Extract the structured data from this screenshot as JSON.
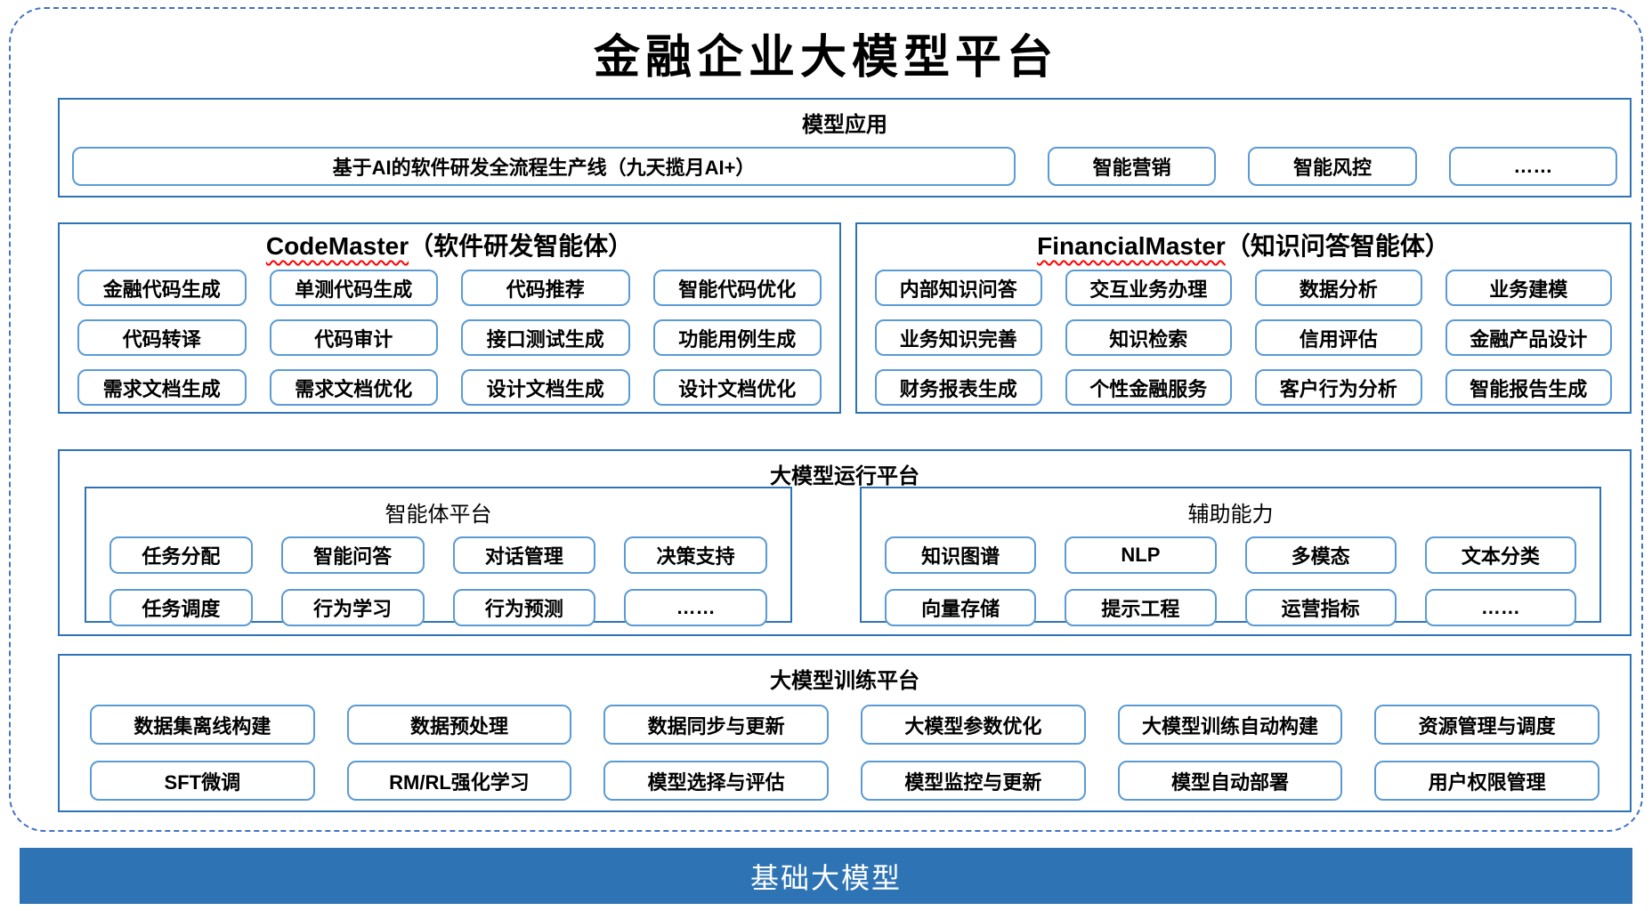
{
  "title": "金融企业大模型平台",
  "colors": {
    "frame_dash": "#4472C4",
    "section_border": "#2E74B5",
    "box_border": "#5B9BD5",
    "base_bar_fill": "#2E74B5",
    "spellcheck_underline": "#FF0000",
    "text": "#000000",
    "base_bar_text": "#FFFFFF"
  },
  "sections": {
    "app": {
      "title": "模型应用",
      "main_item": "基于AI的软件研发全流程生产线（九天揽月AI+）",
      "items": [
        "智能营销",
        "智能风控",
        "……"
      ]
    },
    "code": {
      "title_en": "CodeMaster",
      "title_suffix": "（软件研发智能体）",
      "items": [
        "金融代码生成",
        "单测代码生成",
        "代码推荐",
        "智能代码优化",
        "代码转译",
        "代码审计",
        "接口测试生成",
        "功能用例生成",
        "需求文档生成",
        "需求文档优化",
        "设计文档生成",
        "设计文档优化"
      ]
    },
    "financial": {
      "title_en": "FinancialMaster",
      "title_suffix": "（知识问答智能体）",
      "items": [
        "内部知识问答",
        "交互业务办理",
        "数据分析",
        "业务建模",
        "业务知识完善",
        "知识检索",
        "信用评估",
        "金融产品设计",
        "财务报表生成",
        "个性金融服务",
        "客户行为分析",
        "智能报告生成"
      ]
    },
    "runtime": {
      "title": "大模型运行平台",
      "panels": [
        {
          "title": "智能体平台",
          "items": [
            "任务分配",
            "智能问答",
            "对话管理",
            "决策支持",
            "任务调度",
            "行为学习",
            "行为预测",
            "……"
          ]
        },
        {
          "title": "辅助能力",
          "items": [
            "知识图谱",
            "NLP",
            "多模态",
            "文本分类",
            "向量存储",
            "提示工程",
            "运营指标",
            "……"
          ]
        }
      ]
    },
    "training": {
      "title": "大模型训练平台",
      "items": [
        "数据集离线构建",
        "数据预处理",
        "数据同步与更新",
        "大模型参数优化",
        "大模型训练自动构建",
        "资源管理与调度",
        "SFT微调",
        "RM/RL强化学习",
        "模型选择与评估",
        "模型监控与更新",
        "模型自动部署",
        "用户权限管理"
      ]
    },
    "base": {
      "title": "基础大模型"
    }
  }
}
